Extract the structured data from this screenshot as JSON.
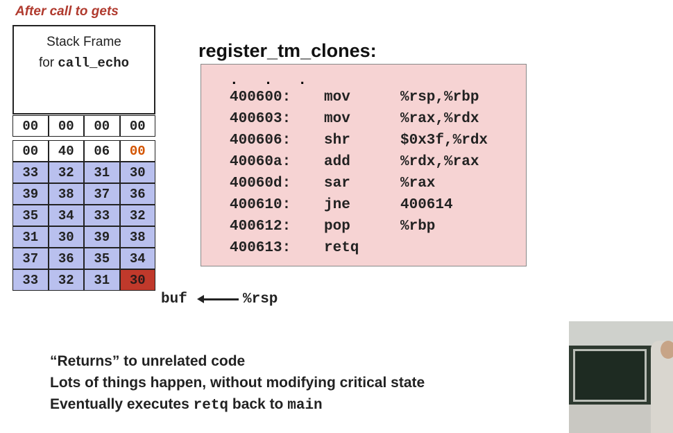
{
  "heading": "After call to gets",
  "stack_frame": {
    "line1": "Stack Frame",
    "line2_prefix": "for ",
    "line2_code": "call_echo"
  },
  "stack_rows": [
    {
      "cells": [
        "00",
        "00",
        "00",
        "00"
      ],
      "style": "white"
    },
    {
      "cells": [
        "00",
        "40",
        "06",
        "00"
      ],
      "style": "white",
      "highlight_last_text": true
    },
    {
      "cells": [
        "33",
        "32",
        "31",
        "30"
      ],
      "style": "blue"
    },
    {
      "cells": [
        "39",
        "38",
        "37",
        "36"
      ],
      "style": "blue"
    },
    {
      "cells": [
        "35",
        "34",
        "33",
        "32"
      ],
      "style": "blue"
    },
    {
      "cells": [
        "31",
        "30",
        "39",
        "38"
      ],
      "style": "blue"
    },
    {
      "cells": [
        "37",
        "36",
        "35",
        "34"
      ],
      "style": "blue"
    },
    {
      "cells": [
        "33",
        "32",
        "31",
        "30"
      ],
      "style": "blue",
      "last_red": true
    }
  ],
  "buf_label": "buf",
  "rsp_label": "%rsp",
  "code": {
    "title": "register_tm_clones:",
    "dots": ". . .",
    "lines": [
      {
        "addr": "400600:",
        "op": "mov",
        "args": "%rsp,%rbp"
      },
      {
        "addr": "400603:",
        "op": "mov",
        "args": "%rax,%rdx"
      },
      {
        "addr": "400606:",
        "op": "shr",
        "args": "$0x3f,%rdx"
      },
      {
        "addr": "40060a:",
        "op": "add",
        "args": "%rdx,%rax"
      },
      {
        "addr": "40060d:",
        "op": "sar",
        "args": "%rax"
      },
      {
        "addr": "400610:",
        "op": "jne",
        "args": "400614"
      },
      {
        "addr": "400612:",
        "op": "pop",
        "args": "%rbp"
      },
      {
        "addr": "400613:",
        "op": "retq",
        "args": ""
      }
    ]
  },
  "notes": {
    "line1": "“Returns” to unrelated code",
    "line2": "Lots of things happen, without modifying critical state",
    "line3_prefix": "Eventually executes ",
    "line3_code1": "retq",
    "line3_mid": " back to ",
    "line3_code2": "main"
  },
  "colors": {
    "heading": "#b03a2e",
    "stack_blue": "#b9c0ee",
    "stack_red": "#c0392b",
    "code_box": "#f6d3d3"
  }
}
